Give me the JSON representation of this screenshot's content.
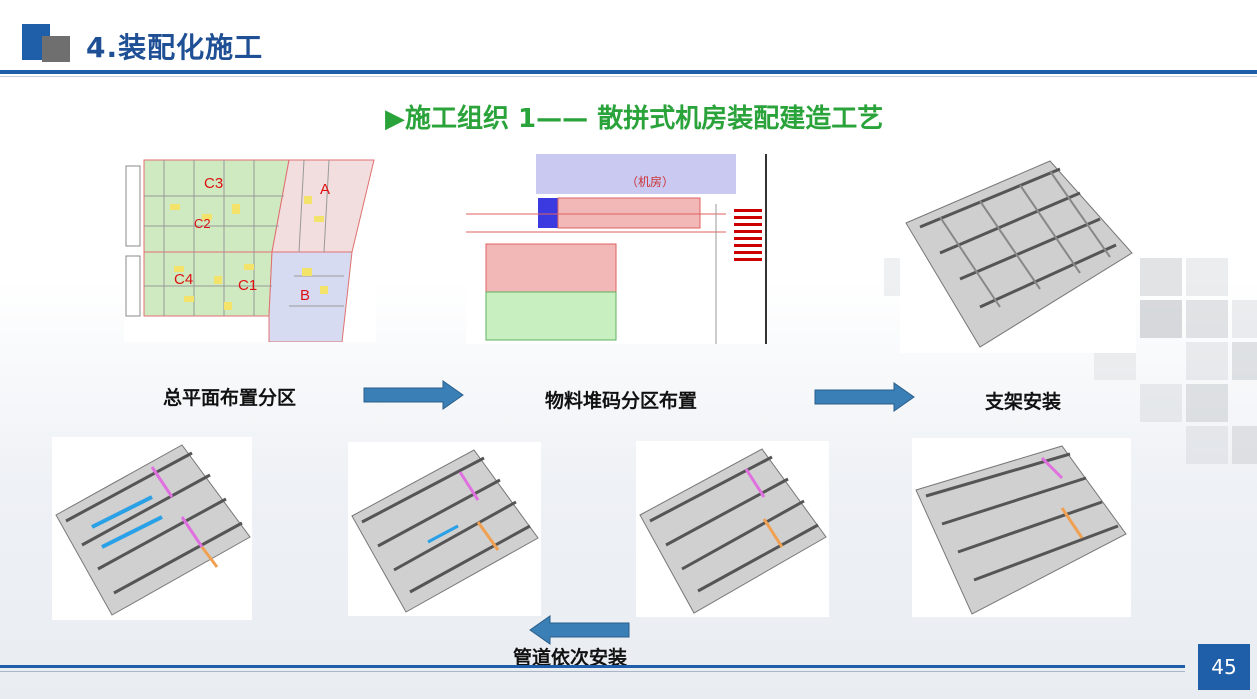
{
  "header": {
    "title": "4.装配化施工"
  },
  "subtitle": "▶施工组织 1—— 散拼式机房装配建造工艺",
  "plan": {
    "zones": [
      "C3",
      "A",
      "C2",
      "C4",
      "C1",
      "B"
    ]
  },
  "layout_plan": {
    "machine_room": "（机房）"
  },
  "steps": {
    "step1": "总平面布置分区",
    "step2": "物料堆码分区布置",
    "step3": "支架安装",
    "step4": "管道依次安装"
  },
  "page_number": "45",
  "colors": {
    "brand_blue": "#1f5ea8",
    "subtitle_green": "#2aa33a",
    "arrow_blue": "#3a7fb5"
  }
}
